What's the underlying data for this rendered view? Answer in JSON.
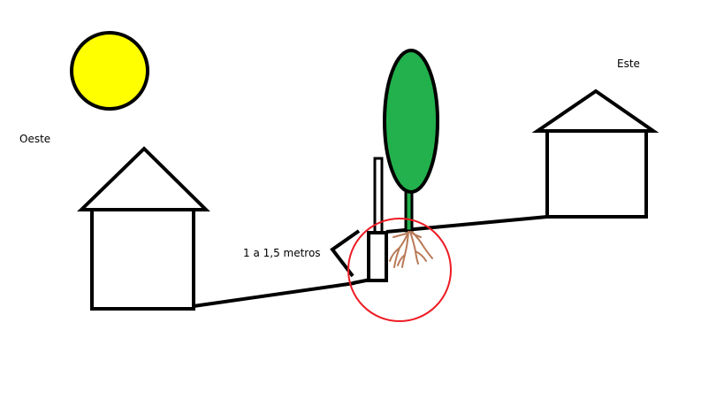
{
  "labels": {
    "west": "Oeste",
    "east": "Este",
    "distance": "1 a 1,5 metros"
  },
  "colors": {
    "sun": "#ffff00",
    "tree_canopy": "#22b14c",
    "roots": "#b97a57",
    "highlight_circle": "#ed1c24",
    "outline": "#000000"
  },
  "elements": {
    "sun": "sun",
    "west_house": "house",
    "east_house": "house",
    "tree": "tree",
    "wall": "wall",
    "roots": "tree-roots",
    "highlight": "red-circle"
  }
}
